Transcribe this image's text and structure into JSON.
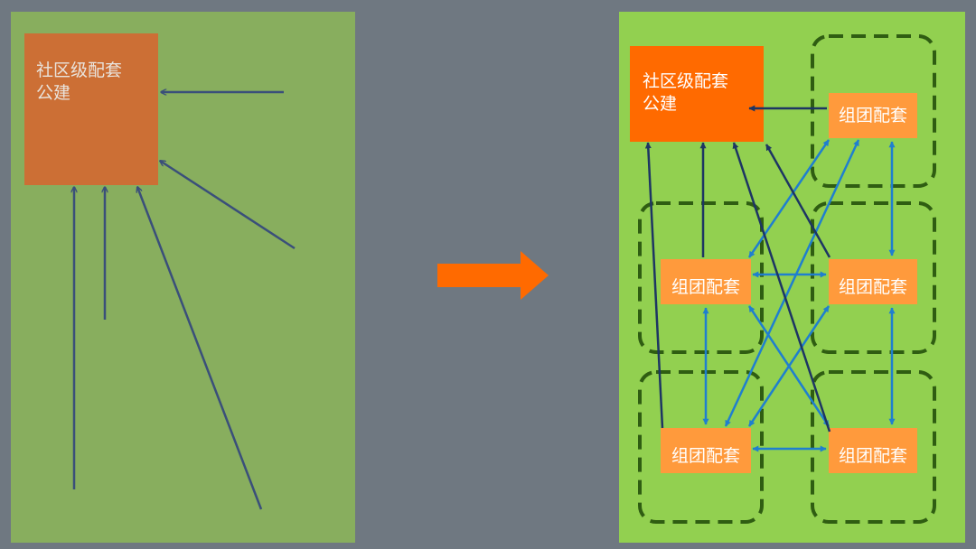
{
  "colors": {
    "background": "#6f7881",
    "left_panel": "#88ae5e",
    "right_panel": "#92d050",
    "left_box": "#cc6f35",
    "right_box": "#ff6a00",
    "cluster_box": "#ff9a3c",
    "dark_arrow": "#1d3563",
    "left_arrow": "#3a4f7a",
    "blue_arrow": "#1f7fcf",
    "dashed_border": "#2f5d12",
    "transition_arrow": "#ff6a00"
  },
  "left_panel": {
    "box": {
      "line1": "社区级配套",
      "line2": "公建"
    }
  },
  "right_panel": {
    "main_box": {
      "line1": "社区级配套",
      "line2": "公建"
    },
    "clusters": [
      {
        "id": "top-right",
        "label": "组团配套"
      },
      {
        "id": "mid-left",
        "label": "组团配套"
      },
      {
        "id": "mid-right",
        "label": "组团配套"
      },
      {
        "id": "bot-left",
        "label": "组团配套"
      },
      {
        "id": "bot-right",
        "label": "组团配套"
      }
    ]
  }
}
